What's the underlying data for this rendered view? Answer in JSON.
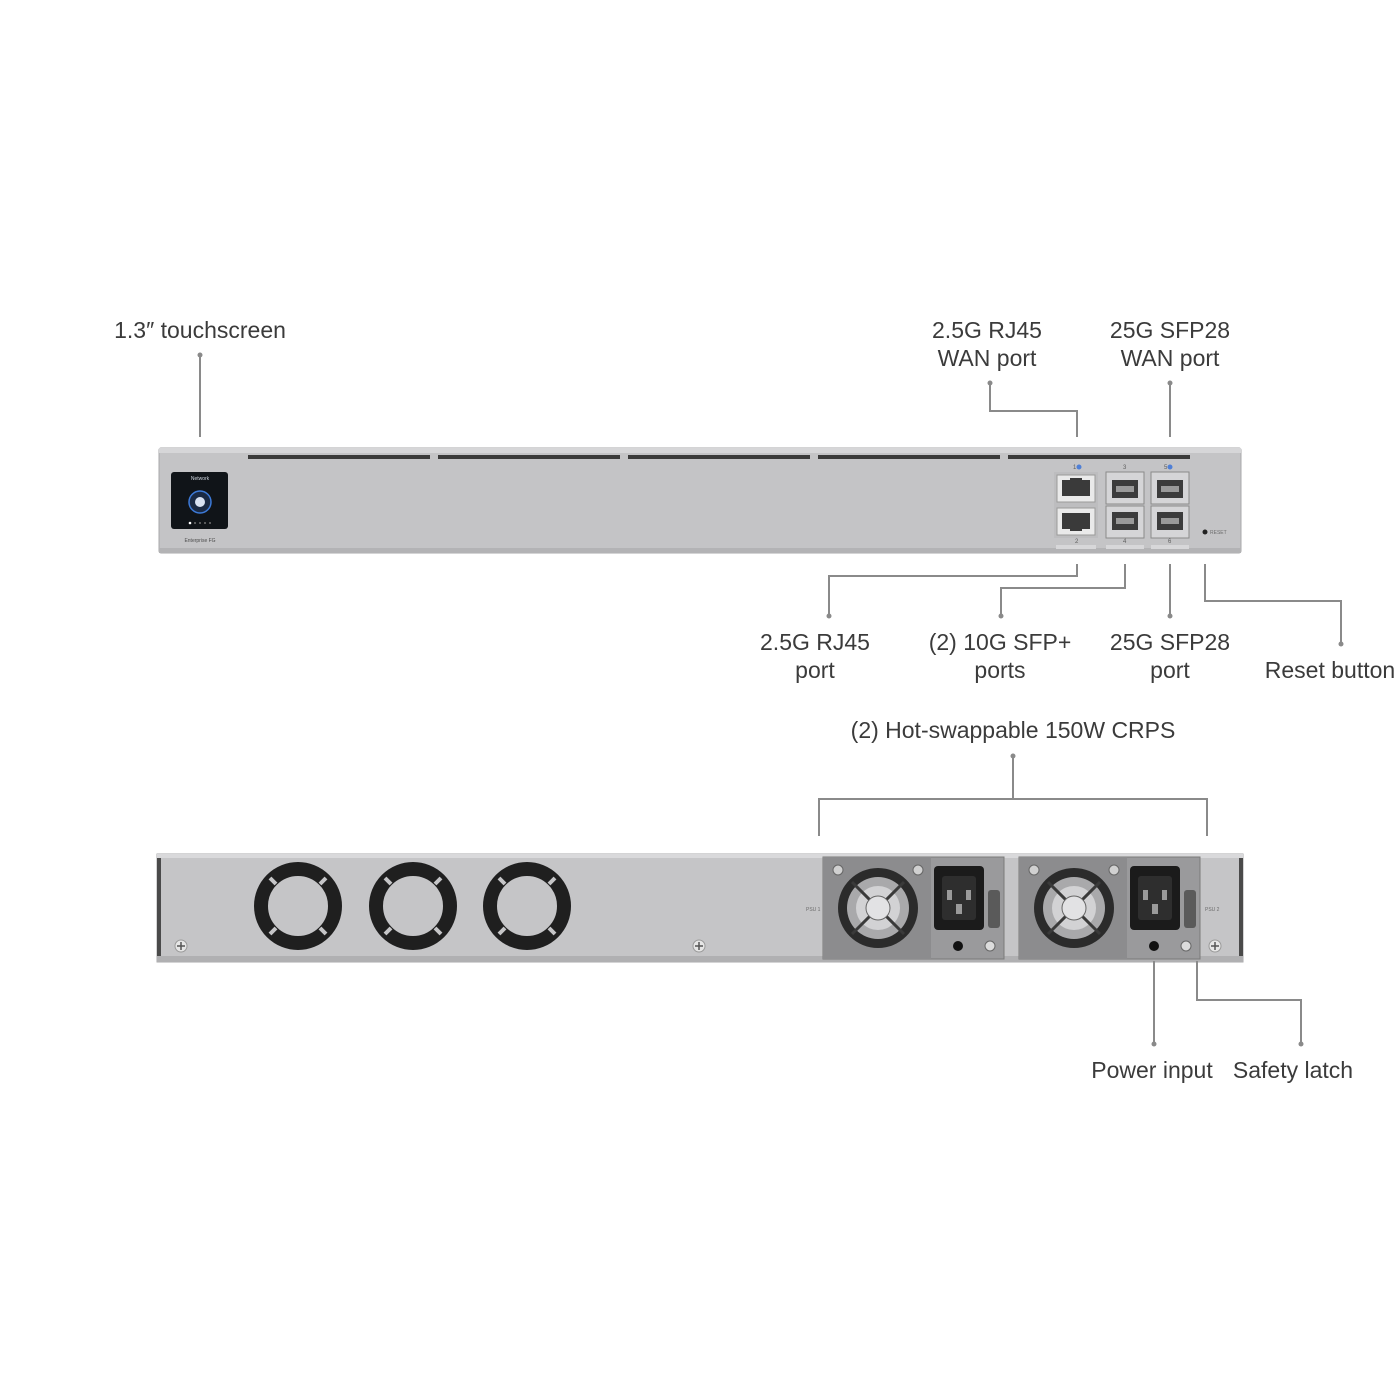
{
  "callouts": {
    "touchscreen": "1.3″ touchscreen",
    "wan_rj45": [
      "2.5G RJ45",
      "WAN port"
    ],
    "wan_sfp28": [
      "25G SFP28",
      "WAN port"
    ],
    "rj45_port": [
      "2.5G RJ45",
      "port"
    ],
    "sfp_plus_ports": [
      "(2) 10G SFP+",
      "ports"
    ],
    "sfp28_port": [
      "25G SFP28",
      "port"
    ],
    "reset_button": "Reset button",
    "crps": "(2) Hot-swappable 150W CRPS",
    "power_input": "Power input",
    "safety_latch": "Safety latch"
  },
  "front_panel": {
    "device_name": "Enterprise FG",
    "screen_title": "Network",
    "reset_label": "RESET",
    "port_numbers": [
      "1",
      "2",
      "3",
      "4",
      "5",
      "6"
    ]
  },
  "rear_panel": {
    "psu_labels": [
      "PSU 1",
      "PSU 2"
    ]
  }
}
